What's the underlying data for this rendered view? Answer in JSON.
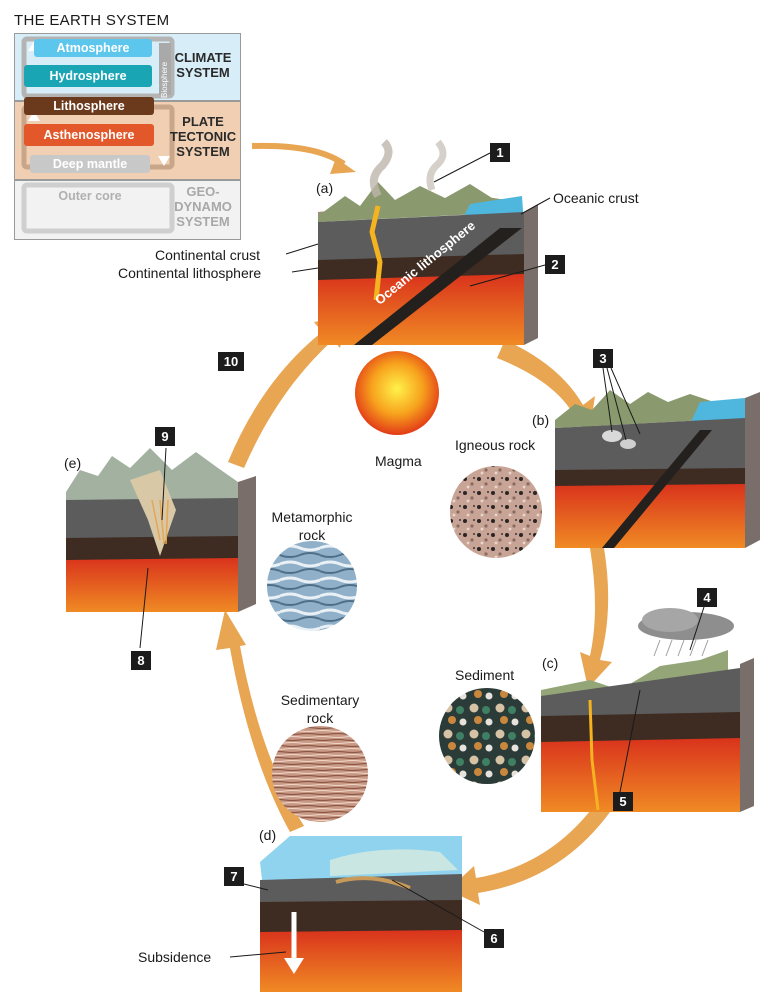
{
  "earth_system": {
    "title": "THE EARTH SYSTEM",
    "climate": {
      "layers": [
        "Atmosphere",
        "Hydrosphere"
      ],
      "biosphere_label": "Biosphere",
      "system_line1": "CLIMATE",
      "system_line2": "SYSTEM"
    },
    "plate": {
      "layers": [
        "Lithosphere",
        "Asthenosphere",
        "Deep mantle"
      ],
      "system_line1": "PLATE",
      "system_line2": "TECTONIC",
      "system_line3": "SYSTEM"
    },
    "geodynamo": {
      "layers": [
        "Outer core"
      ],
      "system_line1": "GEO-",
      "system_line2": "DYNAMO",
      "system_line3": "SYSTEM"
    }
  },
  "stages": {
    "a": "(a)",
    "b": "(b)",
    "c": "(c)",
    "d": "(d)",
    "e": "(e)"
  },
  "labels": {
    "oceanic_crust": "Oceanic crust",
    "continental_crust": "Continental crust",
    "continental_lithosphere": "Continental lithosphere",
    "oceanic_lithosphere": "Oceanic lithosphere",
    "subsidence": "Subsidence"
  },
  "rocks": {
    "magma": "Magma",
    "igneous": "Igneous rock",
    "sediment": "Sediment",
    "sedimentary_line1": "Sedimentary",
    "sedimentary_line2": "rock",
    "metamorphic_line1": "Metamorphic",
    "metamorphic_line2": "rock"
  },
  "markers": [
    "1",
    "2",
    "3",
    "4",
    "5",
    "6",
    "7",
    "8",
    "9",
    "10"
  ],
  "colors": {
    "cycle_arrow": "#e8a552",
    "atmosphere": "#5cc6ec",
    "hydrosphere": "#1aa5b5",
    "lithosphere": "#6b3a1c",
    "asthenosphere": "#e2582a",
    "deep_mantle": "#c8c8c8",
    "climate_bg": "#d7eef8",
    "plate_bg": "#f0cfb3",
    "geodynamo_bg": "#eeeeee"
  }
}
